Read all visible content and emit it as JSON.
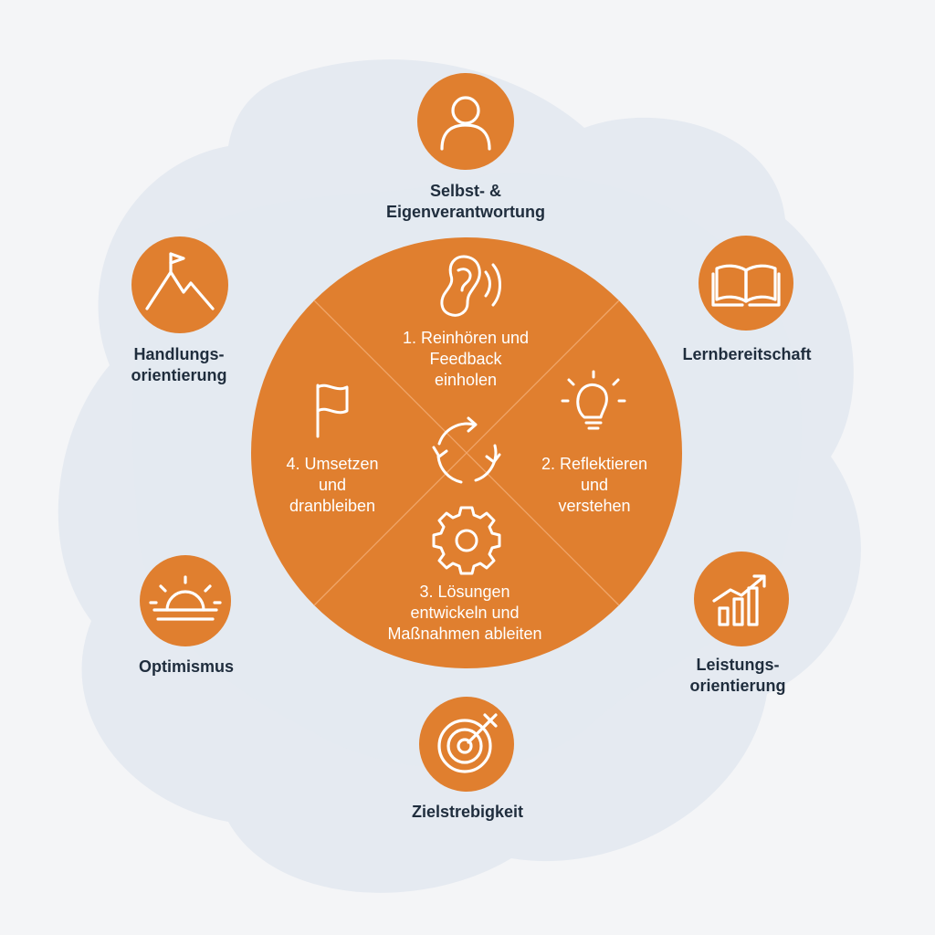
{
  "colors": {
    "background": "#f4f5f7",
    "blob": "#e4e9f0",
    "accent": "#e07f2f",
    "accent_center": "#e5843a",
    "divider": "#f0a66a",
    "label_dark": "#1f2d3d",
    "label_light": "#ffffff"
  },
  "cycle": {
    "center_icon": "cycle-arrows-icon",
    "quadrants": [
      {
        "icon": "ear-icon",
        "lines": [
          "1. Reinhören und",
          "Feedback",
          "einholen"
        ]
      },
      {
        "icon": "lightbulb-icon",
        "lines": [
          "2. Reflektieren",
          "und",
          "verstehen"
        ]
      },
      {
        "icon": "gear-icon",
        "lines": [
          "3. Lösungen",
          "entwickeln und",
          "Maßnahmen ableiten"
        ]
      },
      {
        "icon": "flag-icon",
        "lines": [
          "4. Umsetzen",
          "und",
          "dranbleiben"
        ]
      }
    ]
  },
  "competencies": [
    {
      "icon": "person-icon",
      "lines": [
        "Selbst- &",
        "Eigenverantwortung"
      ]
    },
    {
      "icon": "book-icon",
      "lines": [
        "Lernbereitschaft"
      ]
    },
    {
      "icon": "growth-chart-icon",
      "lines": [
        "Leistungs-",
        "orientierung"
      ]
    },
    {
      "icon": "target-icon",
      "lines": [
        "Zielstrebigkeit"
      ]
    },
    {
      "icon": "sunrise-icon",
      "lines": [
        "Optimismus"
      ]
    },
    {
      "icon": "mountain-flag-icon",
      "lines": [
        "Handlungs-",
        "orientierung"
      ]
    }
  ]
}
